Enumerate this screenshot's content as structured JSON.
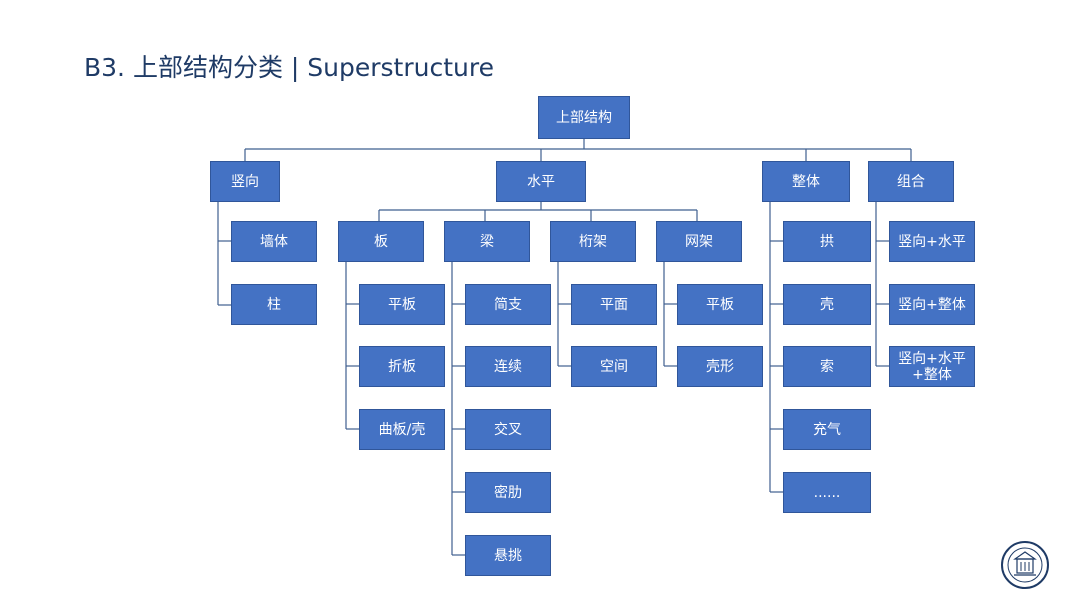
{
  "title": "B3. 上部结构分类 | Superstructure",
  "colors": {
    "node_fill": "#4472c4",
    "node_border": "#30569a",
    "line": "#3f5f8f",
    "title": "#1f3b66"
  },
  "root": "上部结构",
  "level1": {
    "vertical": "竖向",
    "horizontal": "水平",
    "whole": "整体",
    "combined": "组合"
  },
  "vertical_children": [
    "墙体",
    "柱"
  ],
  "horizontal_groups": {
    "slab": {
      "label": "板",
      "children": [
        "平板",
        "折板",
        "曲板/壳"
      ]
    },
    "beam": {
      "label": "梁",
      "children": [
        "简支",
        "连续",
        "交叉",
        "密肋",
        "悬挑"
      ]
    },
    "truss": {
      "label": "桁架",
      "children": [
        "平面",
        "空间"
      ]
    },
    "grid": {
      "label": "网架",
      "children": [
        "平板",
        "壳形"
      ]
    }
  },
  "whole_children": [
    "拱",
    "壳",
    "索",
    "充气",
    "......"
  ],
  "combined_children": [
    "竖向+水平",
    "竖向+整体",
    "竖向+水平+整体"
  ],
  "logo_icon": "university-seal-icon"
}
